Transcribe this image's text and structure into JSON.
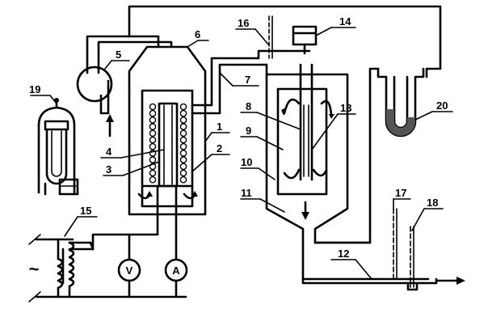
{
  "diagram": {
    "labels": {
      "l1": "1",
      "l2": "2",
      "l3": "3",
      "l4": "4",
      "l5": "5",
      "l6": "6",
      "l7": "7",
      "l8": "8",
      "l9": "9",
      "l10": "10",
      "l11": "11",
      "l12": "12",
      "l13": "13",
      "l14": "14",
      "l15": "15",
      "l16": "16",
      "l17": "17",
      "l18": "18",
      "l19": "19",
      "l20": "20"
    },
    "meters": {
      "voltmeter": "V",
      "ammeter": "A"
    },
    "ac_symbol": "~"
  }
}
